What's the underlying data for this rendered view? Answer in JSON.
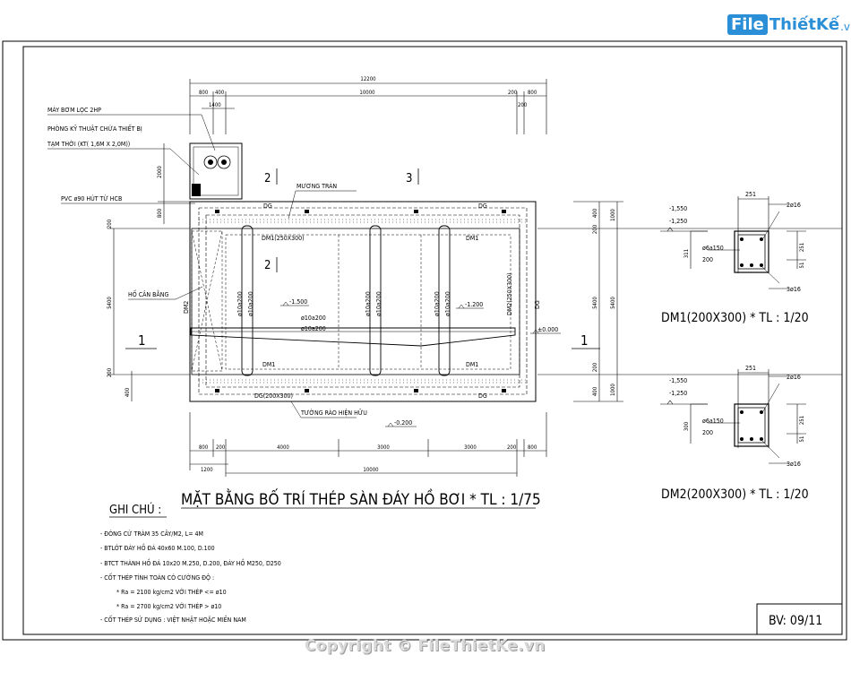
{
  "logo": {
    "box": "File",
    "rest": "ThiếtKế",
    "suffix": ".vn"
  },
  "watermark": "Copyright © FileThietKe.vn",
  "drawing": {
    "title": "MẶT BẰNG BỐ TRÍ THÉP SÀN ĐÁY HỒ BƠI * TL : 1/75",
    "sheet": "BV: 09/11",
    "dims_top": {
      "total": "12200",
      "a": "800",
      "b": "400",
      "c": "10000",
      "d": "200",
      "e": "800",
      "f": "1400",
      "g": "200"
    },
    "dims_bottom": {
      "a": "800",
      "b": "200",
      "c": "4000",
      "d": "3000",
      "e": "3000",
      "f": "200",
      "g": "800",
      "h": "1200",
      "i": "10000"
    },
    "dims_left": {
      "a": "2000",
      "b": "800",
      "c": "200",
      "d": "5400",
      "e": "200",
      "f": "400"
    },
    "dims_right": {
      "a": "400",
      "b": "1000",
      "c": "200",
      "d": "5400",
      "e": "5400",
      "f": "200",
      "g": "400",
      "h": "1000"
    },
    "labels": {
      "pump": "MÁY BƠM LỌC 2HP",
      "room1": "PHÒNG KỸ THUẬT CHỨA THIẾT BỊ",
      "room2": "TẠM THỜI (KT( 1,6M X 2,0M))",
      "pipe": "PVC ø90 HÚT TỪ HCB",
      "overflow": "MƯƠNG TRÀN",
      "balance": "HỐ CÂN BẰNG",
      "wall": "TƯỜNG RÀO HIỆN HỮU",
      "dg_top1": "DG",
      "dg_top2": "DG",
      "dg_bot1": "DG(200X300)",
      "dg_bot2": "DG",
      "dm1_top": "DM1(250X300)",
      "dm1_tr": "DM1",
      "dm1_bl": "DM1",
      "dm1_br": "DM1",
      "dm2_left": "DM2",
      "dm2_right": "DM2(250X300)",
      "dg_right": "DG",
      "lvl_a": "-1.500",
      "lvl_b": "-1.200",
      "lvl_c": "±0.000",
      "lvl_d": "-0.200",
      "rebar_h1": "ø10a200",
      "rebar_h2": "ø10a200",
      "rebar_v": "ø10a200",
      "sec1": "1",
      "sec2": "2",
      "sec3": "3"
    },
    "section1": {
      "title": "DM1(200X300) * TL : 1/20",
      "lvl1": "-1,550",
      "lvl2": "-1,250",
      "top_bar": "2ø16",
      "bot_bar": "3ø16",
      "stirrup": "ø6a150",
      "cover": "200",
      "w": "251",
      "h1": "311",
      "h2": "251",
      "h3": "51"
    },
    "section2": {
      "title": "DM2(200X300) * TL : 1/20",
      "lvl1": "-1,550",
      "lvl2": "-1,250",
      "top_bar": "2ø16",
      "bot_bar": "3ø16",
      "stirrup": "ø6a150",
      "cover": "200",
      "w": "251",
      "h1": "300",
      "h2": "251",
      "h3": "51"
    },
    "notes": {
      "heading": "GHI CHÚ :",
      "items": [
        "- ĐÓNG CỪ TRÀM 35 CÂY/M2, L= 4M",
        "- BTLÓT ĐÁY HỒ ĐÁ 40x60 M.100, D.100",
        "- BTCT THÀNH HỒ ĐÁ 10x20 M.250, D.200, ĐÁY HỒ M250, D250",
        "- CỐT THÉP TÍNH TOÁN CÓ CƯỜNG ĐỘ :",
        "* Ra = 2100 kg/cm2 VỚI THÉP <= ø10",
        "* Ra = 2700 kg/cm2 VỚI THÉP > ø10",
        "- CỐT THÉP SỬ DỤNG : VIỆT NHẬT HOẶC MIỀN NAM"
      ]
    }
  }
}
